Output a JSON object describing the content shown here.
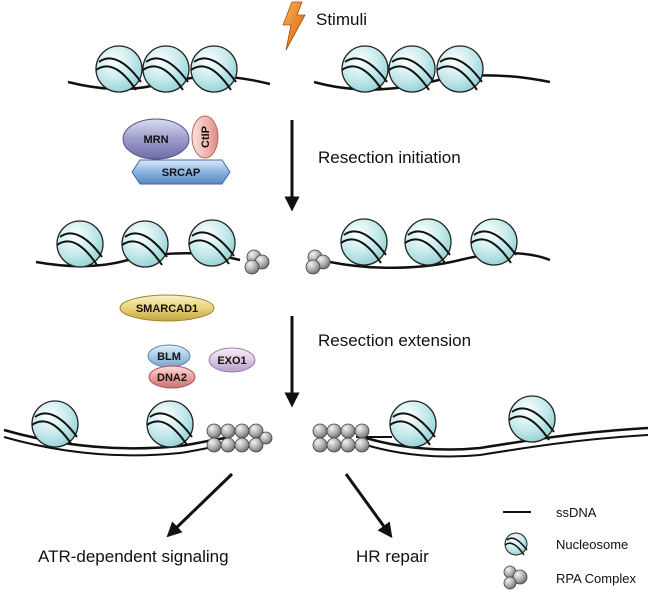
{
  "stimulus": {
    "label": "Stimuli"
  },
  "steps": [
    {
      "label": "Resection initiation"
    },
    {
      "label": "Resection extension"
    }
  ],
  "proteins": {
    "mrn": "MRN",
    "ctip": "CtIP",
    "srcap": "SRCAP",
    "smarcad1": "SMARCAD1",
    "blm": "BLM",
    "dna2": "DNA2",
    "exo1": "EXO1"
  },
  "outcomes": [
    {
      "label": "ATR-dependent signaling"
    },
    {
      "label": "HR repair"
    }
  ],
  "legend": [
    {
      "label": "ssDNA",
      "icon": "ssdna-line-icon"
    },
    {
      "label": "Nucleosome",
      "icon": "nucleosome-icon"
    },
    {
      "label": "RPA Complex",
      "icon": "rpa-complex-icon"
    }
  ],
  "colors": {
    "nucleosome": "#bfe8ea",
    "mrn": "#9c9ccc",
    "ctip": "#f0b4ae",
    "srcap": "#8ab4e0",
    "smarcad1": "#e8d27a",
    "blm": "#a6cbe8",
    "dna2": "#eba0a0",
    "exo1": "#dcc8e4",
    "rpa": "#a6a6a6",
    "bolt": "#e8801a"
  }
}
